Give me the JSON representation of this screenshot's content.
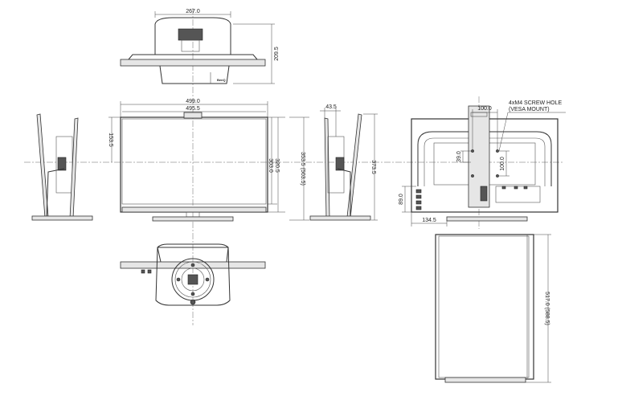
{
  "top_view": {
    "width_label": "267.0",
    "depth_label": "209.5",
    "logo_text": "BenQ"
  },
  "front_view": {
    "width_outer_label": "499.0",
    "width_inner_label": "495.5",
    "top_to_center_label": "153.5",
    "height_screen_label": "303.0",
    "height_panel_label": "320.5",
    "height_total_label": "353.5 (503.5)"
  },
  "side_view": {
    "tilt_depth_label": "43.5",
    "height_label": "373.5"
  },
  "back_view": {
    "vesa_width_label": "100.0",
    "vesa_height_label": "100.0",
    "screw_note_line1": "4xM4 SCREW HOLE",
    "screw_note_line2": "(VESA MOUNT)",
    "ports_height_label": "89.0",
    "offset_39_label": "39.0",
    "stand_offset_label": "134.5"
  },
  "pivot_view": {
    "height_label": "517.0 (588.5)"
  }
}
